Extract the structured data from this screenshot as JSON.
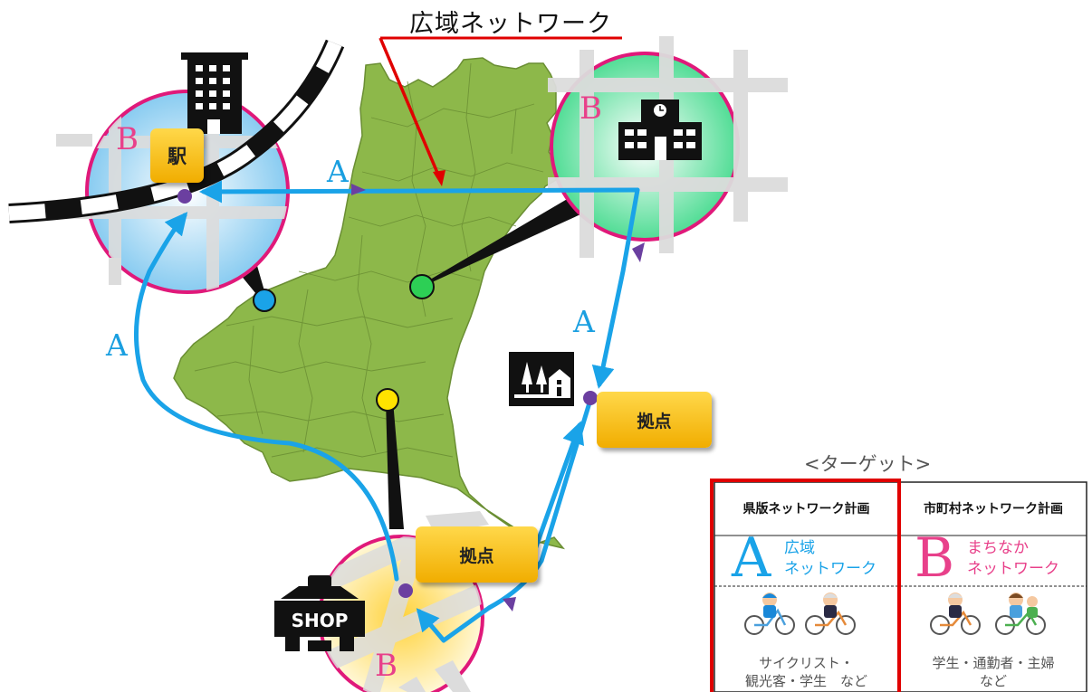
{
  "title": "広域ネットワーク",
  "labels": {
    "station": "駅",
    "hub": "拠点",
    "shop": "SHOP",
    "route_a": "A",
    "route_b": "B"
  },
  "legend": {
    "title": "<ターゲット>",
    "prefecture": {
      "header": "県版ネットワーク計画",
      "letter": "A",
      "line1": "広域",
      "line2": "ネットワーク",
      "people1": "サイクリスト・",
      "people2": "観光客・学生　など"
    },
    "municipal": {
      "header": "市町村ネットワーク計画",
      "letter": "B",
      "line1": "まちなか",
      "line2": "ネットワーク",
      "people1": "学生・通勤者・主婦",
      "people2": "など"
    }
  },
  "colors": {
    "route": "#1aa3e8",
    "network_b": "#e8408a",
    "map_fill": "#8db84a",
    "highlight_border": "#e00000",
    "hub_gold": "#f5b700"
  },
  "icons": [
    "building-icon",
    "school-icon",
    "shop-icon",
    "rest-area-icon",
    "cyclist-icon"
  ]
}
